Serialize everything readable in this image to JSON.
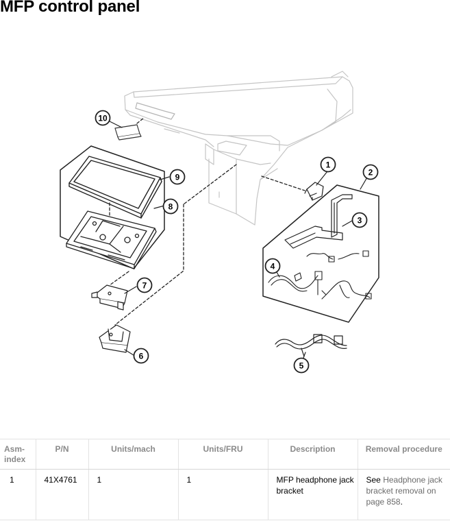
{
  "title": "MFP control panel",
  "callouts": [
    "1",
    "2",
    "3",
    "4",
    "5",
    "6",
    "7",
    "8",
    "9",
    "10"
  ],
  "table": {
    "headers": [
      "Asm-index",
      "P/N",
      "Units/mach",
      "Units/FRU",
      "Description",
      "Removal procedure"
    ],
    "rows": [
      {
        "asm_index": "1",
        "pn": "41X4761",
        "units_mach": "1",
        "units_fru": "1",
        "description": "MFP headphone jack bracket",
        "removal_prefix": "See ",
        "removal_link": "Headphone jack bracket removal on page 858",
        "removal_suffix": "."
      }
    ]
  }
}
